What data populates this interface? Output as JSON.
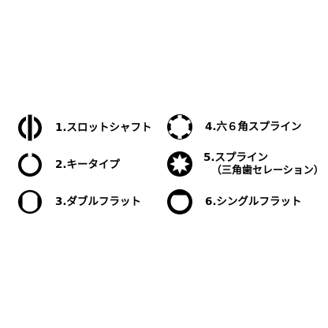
{
  "items": [
    {
      "number": "1.",
      "name": "スロットシャフト",
      "icon": "slotted-shaft-icon"
    },
    {
      "number": "2.",
      "name": "キータイプ",
      "icon": "keyed-shaft-icon"
    },
    {
      "number": "3.",
      "name": "ダブルフラット",
      "icon": "double-flat-shaft-icon"
    },
    {
      "number": "4.",
      "name": "六６角スプライン",
      "icon": "hex-spline-shaft-icon"
    },
    {
      "number": "5.",
      "name": "スプライン",
      "sub": "（三角歯セレーション）",
      "icon": "serration-spline-shaft-icon"
    },
    {
      "number": "6.",
      "name": "シングルフラット",
      "icon": "single-flat-shaft-icon"
    }
  ],
  "colors": {
    "ink": "#000000",
    "background": "#ffffff"
  }
}
